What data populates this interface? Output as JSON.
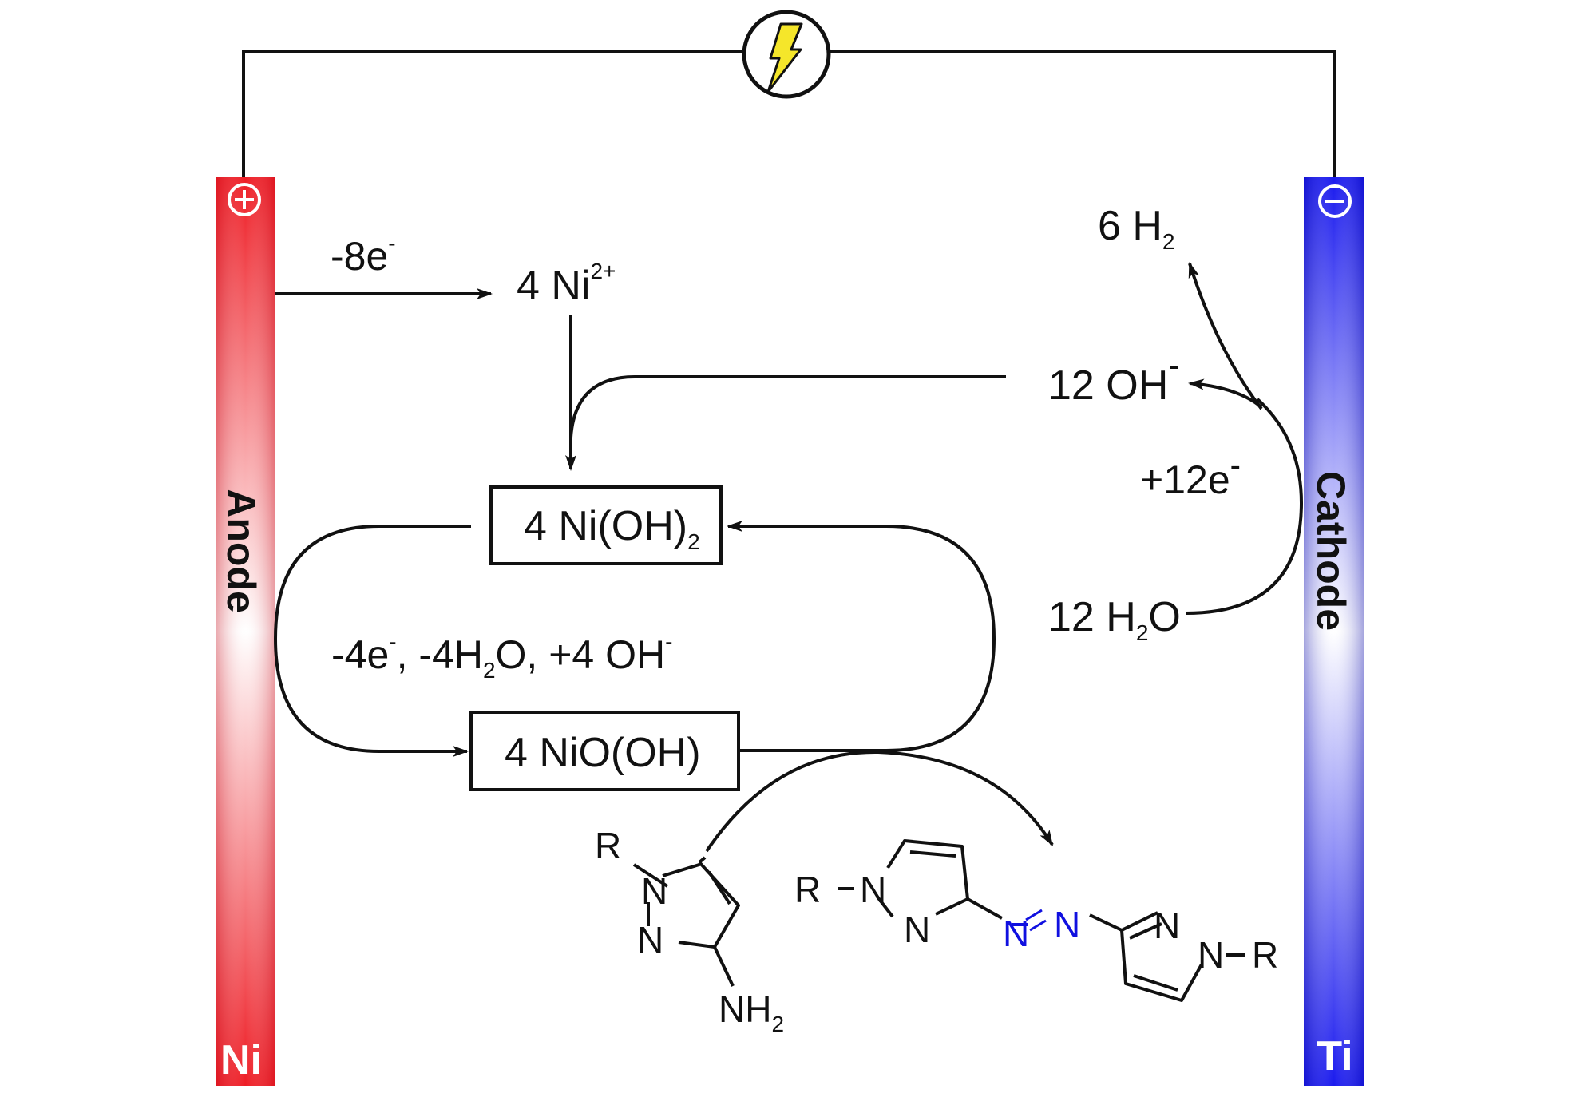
{
  "anode": {
    "name": "Anode",
    "metal": "Ni",
    "sign": "+",
    "color": "#ee1c24"
  },
  "cathode": {
    "name": "Cathode",
    "metal": "Ti",
    "sign": "−",
    "color": "#1a1aee"
  },
  "power_source": {
    "icon": "lightning-bolt-icon",
    "color": "#f5e62a"
  },
  "species": {
    "ni2": {
      "coef": "4 Ni",
      "sup": "2+"
    },
    "h2": {
      "coef": "6 H",
      "sub": "2"
    },
    "oh": {
      "text": "12 OH",
      "sup": "-"
    },
    "h2o": {
      "pre": "12 H",
      "sub": "2",
      "post": "O"
    },
    "nioh2": {
      "pre": "4 Ni(OH)",
      "sub": "2"
    },
    "niooh": {
      "text": "4 NiO(OH)"
    }
  },
  "arrow_labels": {
    "anode_loss": {
      "text": "-8e",
      "sup": "-"
    },
    "cathode_gain": {
      "text": "+12e",
      "sup": "-"
    },
    "cycle": {
      "a": "-4e",
      "a_sup": "-",
      "b": ",  -4H",
      "b_sub": "2",
      "c": "O,  +4 OH",
      "c_sup": "-"
    }
  },
  "reactant": {
    "r": "R",
    "n1": "N",
    "n2": "N",
    "nh": "NH",
    "nh_sub": "2"
  },
  "product": {
    "r_left": "R",
    "n1": "N",
    "n2": "N",
    "azo1": "N",
    "azo2": "N",
    "n3": "N",
    "n4": "N",
    "r_right": "R"
  },
  "colors": {
    "azo": "#1010e0",
    "line": "#111111"
  }
}
